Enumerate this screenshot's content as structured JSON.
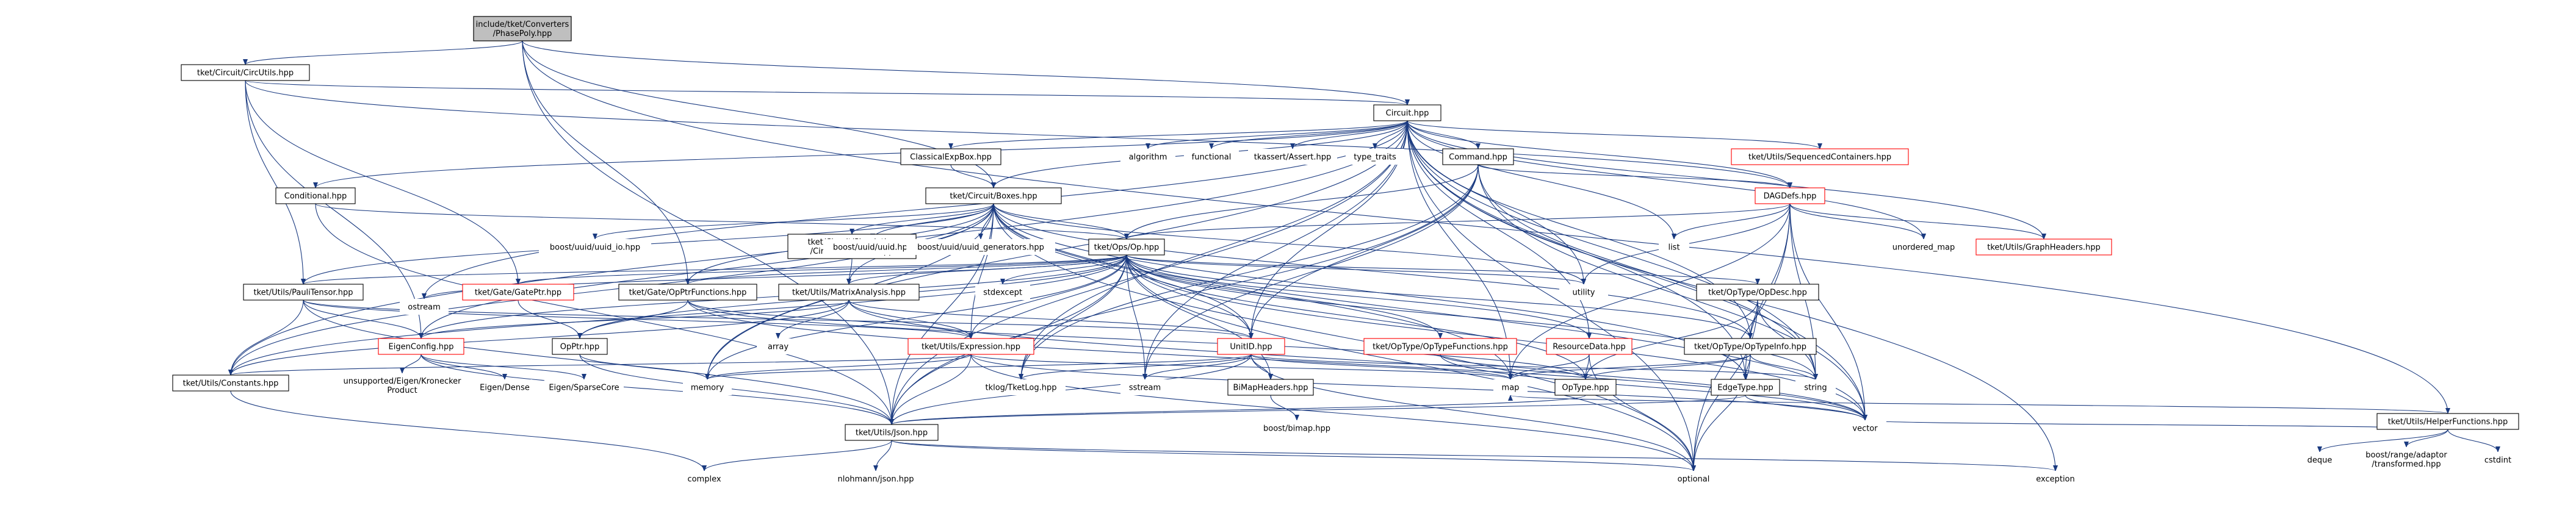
{
  "graph": {
    "nodes": [
      {
        "id": "root",
        "label": "include/tket/Converters\n/PhasePoly.hpp",
        "style": "root"
      },
      {
        "id": "circutils",
        "label": "tket/Circuit/CircUtils.hpp",
        "style": "box"
      },
      {
        "id": "circuit",
        "label": "Circuit.hpp",
        "style": "box"
      },
      {
        "id": "helperfn",
        "label": "tket/Utils/HelperFunctions.hpp",
        "style": "box"
      },
      {
        "id": "classicalexp",
        "label": "ClassicalExpBox.hpp",
        "style": "box"
      },
      {
        "id": "algorithm",
        "label": "algorithm",
        "style": "plain"
      },
      {
        "id": "functional",
        "label": "functional",
        "style": "plain"
      },
      {
        "id": "tkassert",
        "label": "tkassert/Assert.hpp",
        "style": "plain"
      },
      {
        "id": "typetraits",
        "label": "type_traits",
        "style": "plain"
      },
      {
        "id": "command",
        "label": "Command.hpp",
        "style": "box"
      },
      {
        "id": "seqcontainers",
        "label": "tket/Utils/SequencedContainers.hpp",
        "style": "red"
      },
      {
        "id": "conditional",
        "label": "Conditional.hpp",
        "style": "box"
      },
      {
        "id": "boxes",
        "label": "tket/Circuit/Boxes.hpp",
        "style": "box"
      },
      {
        "id": "dagdefs",
        "label": "DAGDefs.hpp",
        "style": "red"
      },
      {
        "id": "uuidio",
        "label": "boost/uuid/uuid_io.hpp",
        "style": "plain"
      },
      {
        "id": "simulator",
        "label": "tket/Circuit/Simulation\n/CircuitSimulator.hpp",
        "style": "box"
      },
      {
        "id": "uuid",
        "label": "boost/uuid/uuid.hpp",
        "style": "plain"
      },
      {
        "id": "uuidgen",
        "label": "boost/uuid/uuid_generators.hpp",
        "style": "plain"
      },
      {
        "id": "ops",
        "label": "tket/Ops/Op.hpp",
        "style": "box"
      },
      {
        "id": "list",
        "label": "list",
        "style": "plain"
      },
      {
        "id": "unorderedmap",
        "label": "unordered_map",
        "style": "plain"
      },
      {
        "id": "graphheaders",
        "label": "tket/Utils/GraphHeaders.hpp",
        "style": "red"
      },
      {
        "id": "paulitensor",
        "label": "tket/Utils/PauliTensor.hpp",
        "style": "box"
      },
      {
        "id": "gateptr",
        "label": "tket/Gate/GatePtr.hpp",
        "style": "red"
      },
      {
        "id": "ostream",
        "label": "ostream",
        "style": "plain"
      },
      {
        "id": "opptrfn",
        "label": "tket/Gate/OpPtrFunctions.hpp",
        "style": "box"
      },
      {
        "id": "matrixanalysis",
        "label": "tket/Utils/MatrixAnalysis.hpp",
        "style": "box"
      },
      {
        "id": "stdexcept",
        "label": "stdexcept",
        "style": "plain"
      },
      {
        "id": "opdesc",
        "label": "tket/OpType/OpDesc.hpp",
        "style": "box"
      },
      {
        "id": "utility",
        "label": "utility",
        "style": "plain"
      },
      {
        "id": "eigenconfig",
        "label": "EigenConfig.hpp",
        "style": "red"
      },
      {
        "id": "opptr",
        "label": "OpPtr.hpp",
        "style": "box"
      },
      {
        "id": "expression",
        "label": "tket/Utils/Expression.hpp",
        "style": "red"
      },
      {
        "id": "array",
        "label": "array",
        "style": "plain"
      },
      {
        "id": "unitid",
        "label": "UnitID.hpp",
        "style": "red"
      },
      {
        "id": "optypefn",
        "label": "tket/OpType/OpTypeFunctions.hpp",
        "style": "red"
      },
      {
        "id": "resourcedata",
        "label": "ResourceData.hpp",
        "style": "red"
      },
      {
        "id": "optypeinfo",
        "label": "tket/OpType/OpTypeInfo.hpp",
        "style": "box"
      },
      {
        "id": "constants",
        "label": "tket/Utils/Constants.hpp",
        "style": "box"
      },
      {
        "id": "kronecker",
        "label": "unsupported/Eigen/Kronecker\nProduct",
        "style": "plain"
      },
      {
        "id": "eigendense",
        "label": "Eigen/Dense",
        "style": "plain"
      },
      {
        "id": "eigensparse",
        "label": "Eigen/SparseCore",
        "style": "plain"
      },
      {
        "id": "memory",
        "label": "memory",
        "style": "plain"
      },
      {
        "id": "tklog",
        "label": "tklog/TketLog.hpp",
        "style": "plain"
      },
      {
        "id": "sstream",
        "label": "sstream",
        "style": "plain"
      },
      {
        "id": "bimapheaders",
        "label": "BiMapHeaders.hpp",
        "style": "box"
      },
      {
        "id": "map",
        "label": "map",
        "style": "plain"
      },
      {
        "id": "optype",
        "label": "OpType.hpp",
        "style": "box"
      },
      {
        "id": "edgetype",
        "label": "EdgeType.hpp",
        "style": "box"
      },
      {
        "id": "string",
        "label": "string",
        "style": "plain"
      },
      {
        "id": "deque",
        "label": "deque",
        "style": "plain"
      },
      {
        "id": "rangeadaptor",
        "label": "boost/range/adaptor\n/transformed.hpp",
        "style": "plain"
      },
      {
        "id": "cstdint",
        "label": "cstdint",
        "style": "plain"
      },
      {
        "id": "boostbimap",
        "label": "boost/bimap.hpp",
        "style": "plain"
      },
      {
        "id": "vector",
        "label": "vector",
        "style": "plain"
      },
      {
        "id": "json",
        "label": "tket/Utils/Json.hpp",
        "style": "box"
      },
      {
        "id": "complex",
        "label": "complex",
        "style": "plain"
      },
      {
        "id": "nlohmann",
        "label": "nlohmann/json.hpp",
        "style": "plain"
      },
      {
        "id": "optional",
        "label": "optional",
        "style": "plain"
      },
      {
        "id": "exception",
        "label": "exception",
        "style": "plain"
      }
    ],
    "edges": [
      [
        "root",
        "circutils"
      ],
      [
        "root",
        "circuit"
      ],
      [
        "root",
        "helperfn"
      ],
      [
        "root",
        "boxes"
      ],
      [
        "root",
        "opptrfn"
      ],
      [
        "root",
        "json"
      ],
      [
        "circutils",
        "circuit"
      ],
      [
        "circutils",
        "paulitensor"
      ],
      [
        "circutils",
        "eigenconfig"
      ],
      [
        "circutils",
        "gateptr"
      ],
      [
        "circutils",
        "dagdefs"
      ],
      [
        "circuit",
        "classicalexp"
      ],
      [
        "circuit",
        "algorithm"
      ],
      [
        "circuit",
        "functional"
      ],
      [
        "circuit",
        "tkassert"
      ],
      [
        "circuit",
        "typetraits"
      ],
      [
        "circuit",
        "command"
      ],
      [
        "circuit",
        "seqcontainers"
      ],
      [
        "circuit",
        "conditional"
      ],
      [
        "circuit",
        "boxes"
      ],
      [
        "circuit",
        "dagdefs"
      ],
      [
        "circuit",
        "list"
      ],
      [
        "circuit",
        "unorderedmap"
      ],
      [
        "circuit",
        "graphheaders"
      ],
      [
        "circuit",
        "ostream"
      ],
      [
        "circuit",
        "memory"
      ],
      [
        "circuit",
        "tklog"
      ],
      [
        "circuit",
        "sstream"
      ],
      [
        "circuit",
        "unitid"
      ],
      [
        "circuit",
        "utility"
      ],
      [
        "circuit",
        "map"
      ],
      [
        "circuit",
        "string"
      ],
      [
        "circuit",
        "vector"
      ],
      [
        "circuit",
        "optional"
      ],
      [
        "circuit",
        "exception"
      ],
      [
        "circuit",
        "resourcedata"
      ],
      [
        "circuit",
        "constants"
      ],
      [
        "circuit",
        "json"
      ],
      [
        "circuit",
        "edgetype"
      ],
      [
        "circuit",
        "optypeinfo"
      ],
      [
        "classicalexp",
        "boxes"
      ],
      [
        "conditional",
        "ops"
      ],
      [
        "conditional",
        "json"
      ],
      [
        "command",
        "dagdefs"
      ],
      [
        "command",
        "ops"
      ],
      [
        "command",
        "unitid"
      ],
      [
        "command",
        "sstream"
      ],
      [
        "command",
        "tklog"
      ],
      [
        "command",
        "json"
      ],
      [
        "command",
        "string"
      ],
      [
        "command",
        "vector"
      ],
      [
        "boxes",
        "uuidio"
      ],
      [
        "boxes",
        "simulator"
      ],
      [
        "boxes",
        "uuid"
      ],
      [
        "boxes",
        "uuidgen"
      ],
      [
        "boxes",
        "ops"
      ],
      [
        "boxes",
        "matrixanalysis"
      ],
      [
        "boxes",
        "unitid"
      ],
      [
        "boxes",
        "constants"
      ],
      [
        "boxes",
        "eigenconfig"
      ],
      [
        "boxes",
        "expression"
      ],
      [
        "boxes",
        "json"
      ],
      [
        "boxes",
        "optypeinfo"
      ],
      [
        "boxes",
        "memory"
      ],
      [
        "boxes",
        "utility"
      ],
      [
        "boxes",
        "optional"
      ],
      [
        "boxes",
        "opptrfn"
      ],
      [
        "boxes",
        "paulitensor"
      ],
      [
        "boxes",
        "edgetype"
      ],
      [
        "boxes",
        "map"
      ],
      [
        "boxes",
        "vector"
      ],
      [
        "dagdefs",
        "ops"
      ],
      [
        "dagdefs",
        "list"
      ],
      [
        "dagdefs",
        "unorderedmap"
      ],
      [
        "dagdefs",
        "graphheaders"
      ],
      [
        "dagdefs",
        "edgetype"
      ],
      [
        "dagdefs",
        "optional"
      ],
      [
        "dagdefs",
        "utility"
      ],
      [
        "dagdefs",
        "vector"
      ],
      [
        "dagdefs",
        "map"
      ],
      [
        "dagdefs",
        "string"
      ],
      [
        "simulator",
        "matrixanalysis"
      ],
      [
        "ops",
        "paulitensor"
      ],
      [
        "ops",
        "gateptr"
      ],
      [
        "ops",
        "ostream"
      ],
      [
        "ops",
        "opptrfn"
      ],
      [
        "ops",
        "matrixanalysis"
      ],
      [
        "ops",
        "stdexcept"
      ],
      [
        "ops",
        "opdesc"
      ],
      [
        "ops",
        "utility"
      ],
      [
        "ops",
        "eigenconfig"
      ],
      [
        "ops",
        "opptr"
      ],
      [
        "ops",
        "expression"
      ],
      [
        "ops",
        "unitid"
      ],
      [
        "ops",
        "optypefn"
      ],
      [
        "ops",
        "optypeinfo"
      ],
      [
        "ops",
        "constants"
      ],
      [
        "ops",
        "memory"
      ],
      [
        "ops",
        "sstream"
      ],
      [
        "ops",
        "bimapheaders"
      ],
      [
        "ops",
        "optype"
      ],
      [
        "ops",
        "string"
      ],
      [
        "ops",
        "vector"
      ],
      [
        "ops",
        "json"
      ],
      [
        "ops",
        "optional"
      ],
      [
        "ops",
        "tklog"
      ],
      [
        "ops",
        "resourcedata"
      ],
      [
        "paulitensor",
        "eigenconfig"
      ],
      [
        "paulitensor",
        "expression"
      ],
      [
        "paulitensor",
        "constants"
      ],
      [
        "paulitensor",
        "json"
      ],
      [
        "paulitensor",
        "unitid"
      ],
      [
        "gateptr",
        "opptr"
      ],
      [
        "opptrfn",
        "opptr"
      ],
      [
        "opptrfn",
        "expression"
      ],
      [
        "opptrfn",
        "optype"
      ],
      [
        "opptrfn",
        "vector"
      ],
      [
        "matrixanalysis",
        "eigenconfig"
      ],
      [
        "matrixanalysis",
        "array"
      ],
      [
        "matrixanalysis",
        "unitid"
      ],
      [
        "matrixanalysis",
        "constants"
      ],
      [
        "matrixanalysis",
        "expression"
      ],
      [
        "matrixanalysis",
        "vector"
      ],
      [
        "opdesc",
        "optypeinfo"
      ],
      [
        "opdesc",
        "optype"
      ],
      [
        "opdesc",
        "string"
      ],
      [
        "opdesc",
        "optional"
      ],
      [
        "eigenconfig",
        "kronecker"
      ],
      [
        "eigenconfig",
        "eigendense"
      ],
      [
        "eigenconfig",
        "eigensparse"
      ],
      [
        "eigenconfig",
        "json"
      ],
      [
        "opptr",
        "memory"
      ],
      [
        "opptr",
        "json"
      ],
      [
        "expression",
        "constants"
      ],
      [
        "expression",
        "json"
      ],
      [
        "expression",
        "memory"
      ],
      [
        "expression",
        "map"
      ],
      [
        "expression",
        "optional"
      ],
      [
        "expression",
        "vector"
      ],
      [
        "unitid",
        "memory"
      ],
      [
        "unitid",
        "tklog"
      ],
      [
        "unitid",
        "sstream"
      ],
      [
        "unitid",
        "bimapheaders"
      ],
      [
        "unitid",
        "map"
      ],
      [
        "unitid",
        "string"
      ],
      [
        "unitid",
        "json"
      ],
      [
        "unitid",
        "optional"
      ],
      [
        "optypefn",
        "optype"
      ],
      [
        "optypefn",
        "vector"
      ],
      [
        "resourcedata",
        "optype"
      ],
      [
        "resourcedata",
        "map"
      ],
      [
        "resourcedata",
        "optional"
      ],
      [
        "optypeinfo",
        "optype"
      ],
      [
        "optypeinfo",
        "map"
      ],
      [
        "optypeinfo",
        "string"
      ],
      [
        "optypeinfo",
        "optional"
      ],
      [
        "optypeinfo",
        "edgetype"
      ],
      [
        "constants",
        "complex"
      ],
      [
        "bimapheaders",
        "boostbimap"
      ],
      [
        "optype",
        "json"
      ],
      [
        "edgetype",
        "json"
      ],
      [
        "edgetype",
        "vector"
      ],
      [
        "helperfn",
        "deque"
      ],
      [
        "helperfn",
        "rangeadaptor"
      ],
      [
        "helperfn",
        "cstdint"
      ],
      [
        "helperfn",
        "map"
      ],
      [
        "helperfn",
        "vector"
      ],
      [
        "json",
        "complex"
      ],
      [
        "json",
        "nlohmann"
      ],
      [
        "json",
        "optional"
      ],
      [
        "json",
        "exception"
      ]
    ]
  }
}
